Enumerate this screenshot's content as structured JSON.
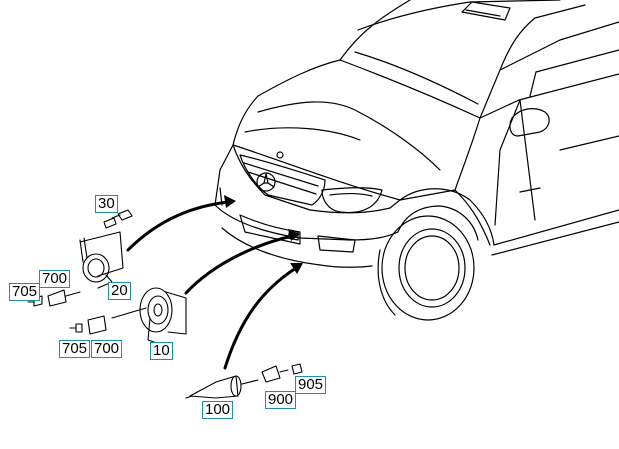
{
  "diagram": {
    "parts": [
      {
        "id": "p30",
        "label": "30",
        "name": "bolt"
      },
      {
        "id": "p20",
        "label": "20",
        "name": "horn-left-low-tone"
      },
      {
        "id": "p700a",
        "label": "700",
        "name": "connector-housing-upper"
      },
      {
        "id": "p705a",
        "label": "705",
        "name": "contact-upper"
      },
      {
        "id": "p10",
        "label": "10",
        "name": "horn-right-high-tone"
      },
      {
        "id": "p705b",
        "label": "705",
        "name": "contact-lower"
      },
      {
        "id": "p700b",
        "label": "700",
        "name": "connector-housing-lower"
      },
      {
        "id": "p100",
        "label": "100",
        "name": "bumper-sensor"
      },
      {
        "id": "p900",
        "label": "900",
        "name": "sensor-connector-housing"
      },
      {
        "id": "p905",
        "label": "905",
        "name": "sensor-contact"
      }
    ],
    "colors": {
      "callout_border": "#1c8fa0",
      "line_art": "#000000",
      "background": "#ffffff"
    }
  }
}
